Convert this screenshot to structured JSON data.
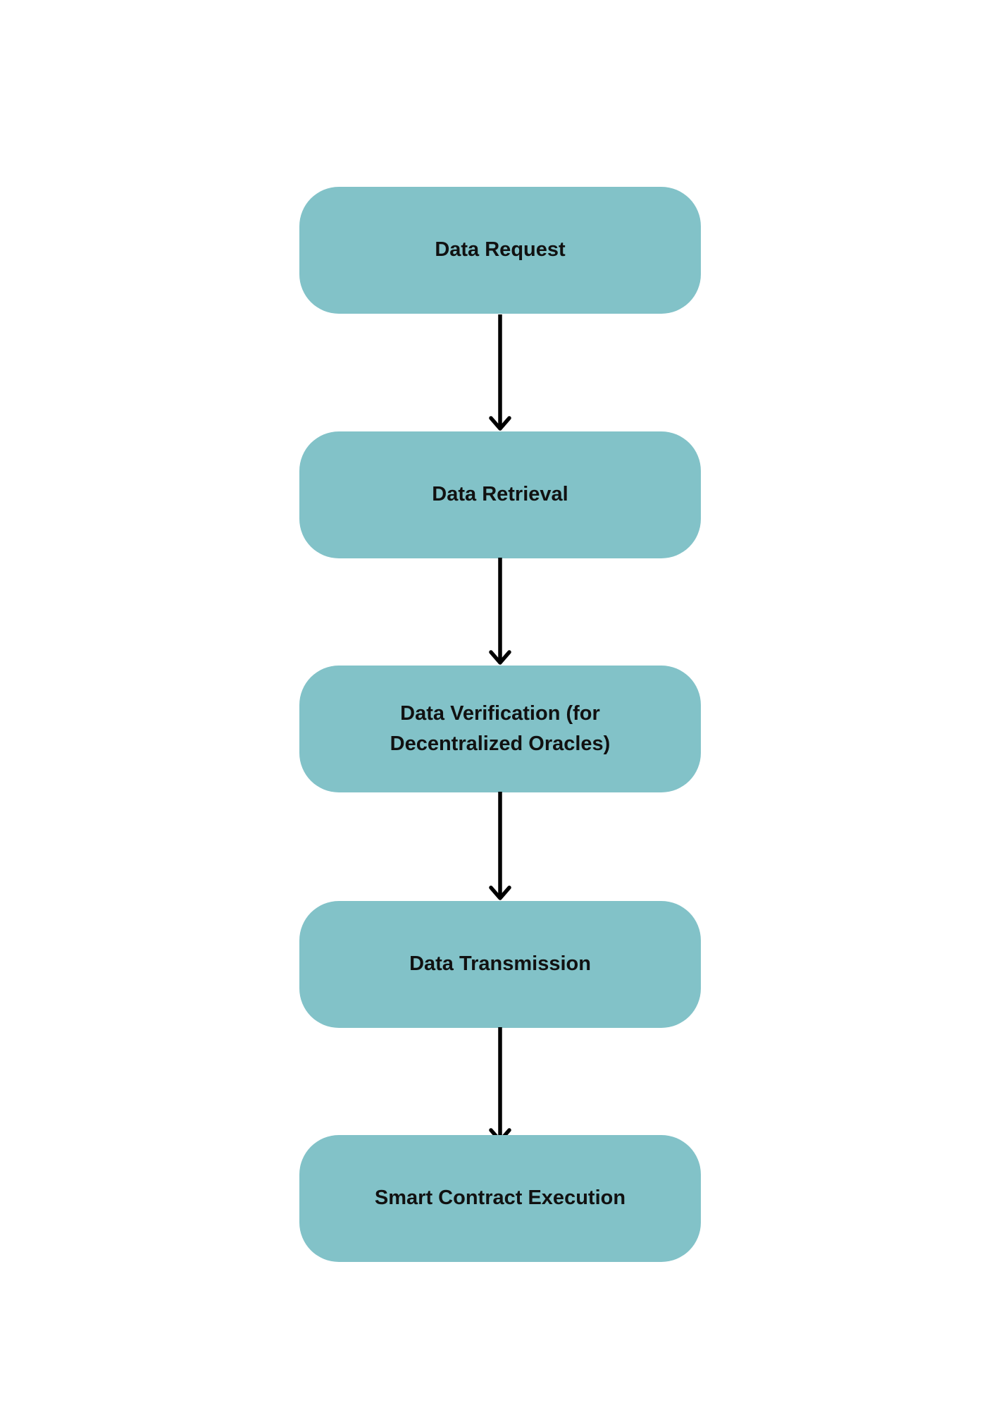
{
  "canvas": {
    "background_color": "#ffffff",
    "node_fill_color": "#82c2c8",
    "node_text_color": "#111111",
    "arrow_color": "#000000"
  },
  "diagram": {
    "type": "flowchart",
    "direction": "top-down",
    "nodes": [
      {
        "id": "data-request",
        "label": "Data Request"
      },
      {
        "id": "data-retrieval",
        "label": "Data Retrieval"
      },
      {
        "id": "data-verification",
        "label": "Data Verification (for\nDecentralized Oracles)"
      },
      {
        "id": "data-transmission",
        "label": "Data Transmission"
      },
      {
        "id": "smart-contract-execution",
        "label": "Smart Contract Execution"
      }
    ],
    "edges": [
      {
        "from": "data-request",
        "to": "data-retrieval"
      },
      {
        "from": "data-retrieval",
        "to": "data-verification"
      },
      {
        "from": "data-verification",
        "to": "data-transmission"
      },
      {
        "from": "data-transmission",
        "to": "smart-contract-execution"
      }
    ]
  }
}
